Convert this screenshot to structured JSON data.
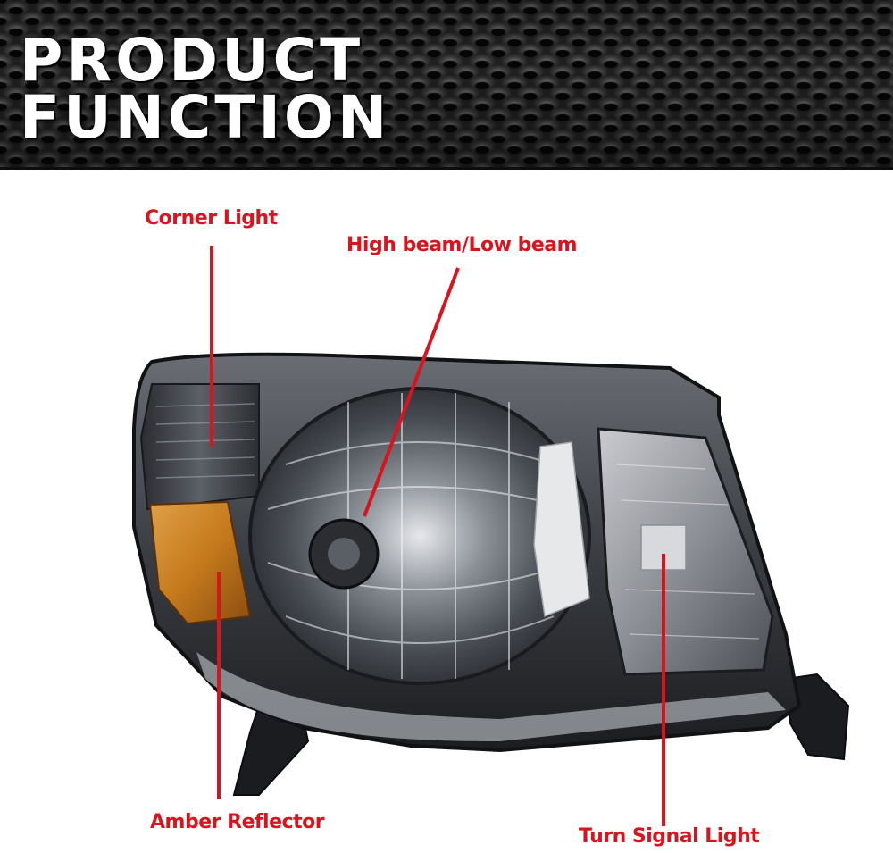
{
  "banner": {
    "title_line1": "PRODUCT",
    "title_line2": "FUNCTION"
  },
  "callouts": {
    "corner_light": "Corner Light",
    "high_low_beam": "High beam/Low beam",
    "amber_reflector": "Amber Reflector",
    "turn_signal": "Turn Signal Light"
  },
  "colors": {
    "callout_text": "#d8141f",
    "leader_line": "#d8141f",
    "amber_lens": "#c57a1c"
  }
}
